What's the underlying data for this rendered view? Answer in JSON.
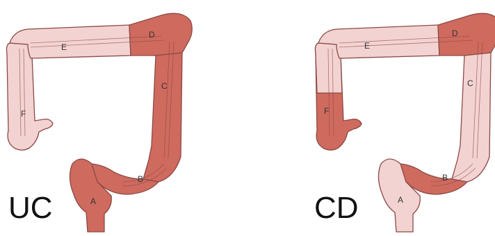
{
  "colors": {
    "inflamed": "#cf6a5e",
    "inflamed_dark": "#b24a43",
    "healthy": "#f3d3d1",
    "healthy_edge": "#c58e8a",
    "outline": "#8a4a46",
    "background": "#ffffff"
  },
  "panels": [
    {
      "id": "uc",
      "label": "UC",
      "segments": {
        "A": {
          "label": "A",
          "inflamed": true
        },
        "B": {
          "label": "B",
          "inflamed": true
        },
        "C": {
          "label": "C",
          "inflamed": true
        },
        "D": {
          "label": "D",
          "inflamed": true
        },
        "E": {
          "label": "E",
          "inflamed": false
        },
        "F": {
          "label": "F",
          "inflamed": false
        }
      }
    },
    {
      "id": "cd",
      "label": "CD",
      "segments": {
        "A": {
          "label": "A",
          "inflamed": false
        },
        "B": {
          "label": "B",
          "inflamed": true
        },
        "C": {
          "label": "C",
          "inflamed": false
        },
        "D": {
          "label": "D",
          "inflamed": true
        },
        "E": {
          "label": "E",
          "inflamed": false
        },
        "F": {
          "label": "F",
          "inflamed": true
        }
      }
    }
  ]
}
